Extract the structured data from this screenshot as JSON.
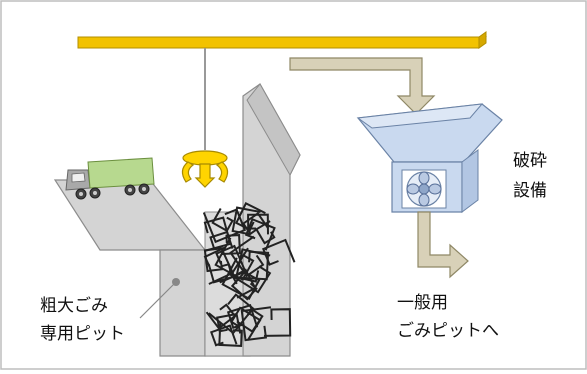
{
  "diagram": {
    "labels": {
      "crusher": [
        "破砕",
        "設備"
      ],
      "bulky_pit": [
        "粗大ごみ",
        "専用ピット"
      ],
      "general_pit": [
        "一般用",
        "ごみピットへ"
      ]
    },
    "colors": {
      "frame": "#bdbdbd",
      "crane_rail": "#f2c200",
      "crane_rail_edge": "#b38f00",
      "pit_fill": "#d4d4d4",
      "pit_stroke": "#8c8c8c",
      "arrow_fill": "#d8d1b8",
      "arrow_stroke": "#8f8866",
      "hopper_fill": "#c9d9ef",
      "hopper_stroke": "#6b83a6",
      "truck_cab": "#a9a9a9",
      "truck_cargo": "#b7d98f",
      "grab": "#ffd400",
      "debris": "#222222"
    },
    "icons": [
      "crane-grab-icon",
      "truck-icon",
      "crusher-rotor-icon",
      "flow-arrow-icon"
    ]
  }
}
